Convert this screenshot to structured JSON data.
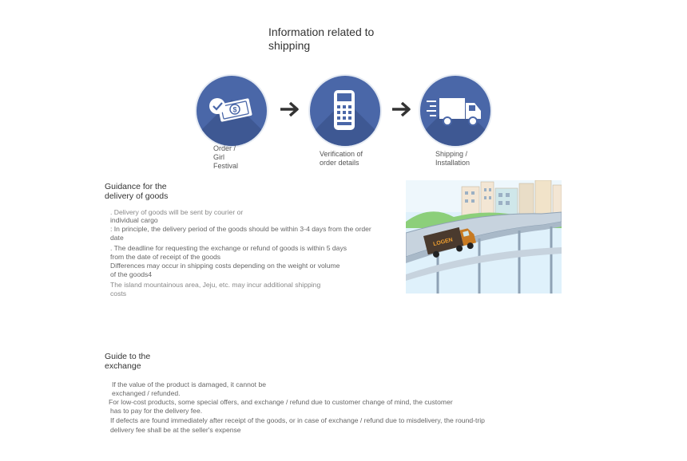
{
  "page": {
    "title": "Information related to shipping"
  },
  "steps": [
    {
      "label_lines": [
        "Order /",
        "Girl",
        "Festival"
      ],
      "icon": "order-money-icon"
    },
    {
      "label_lines": [
        "Verification of",
        "order details"
      ],
      "icon": "card-terminal-icon"
    },
    {
      "label_lines": [
        "Shipping /",
        "Installation"
      ],
      "icon": "delivery-truck-icon"
    }
  ],
  "delivery": {
    "title_lines": [
      "Guidance for the",
      "delivery of goods"
    ],
    "lines": [
      ". Delivery of goods will be sent by courier or",
      "individual cargo",
      ": In principle, the delivery period of the goods should be within 3-4 days from the order",
      "date",
      ". The deadline for requesting the exchange or refund of goods is within 5 days",
      "from the date of receipt of the goods",
      "Differences may occur in shipping costs depending on the weight or volume",
      "of the goods4",
      "The island mountainous area, Jeju, etc. may incur additional shipping",
      "costs"
    ]
  },
  "exchange": {
    "title_lines": [
      "Guide to the",
      "exchange"
    ],
    "lines": [
      "If the value of the product is damaged, it cannot be",
      "exchanged / refunded.",
      "For low-cost products, some special offers, and exchange / refund due to customer change of mind, the customer",
      "has to pay for the delivery fee.",
      "If defects are found immediately after receipt of the goods, or in case of exchange / refund due to misdelivery, the round-trip",
      "delivery fee shall be at the seller's expense"
    ]
  },
  "illustration": {
    "truck_text": "LOGEN"
  },
  "colors": {
    "circle": "#4a67a8",
    "circle_shadow": "#3e5893",
    "arrow": "#333333",
    "sky": "#dff1fb",
    "road": "#c7d3de"
  }
}
